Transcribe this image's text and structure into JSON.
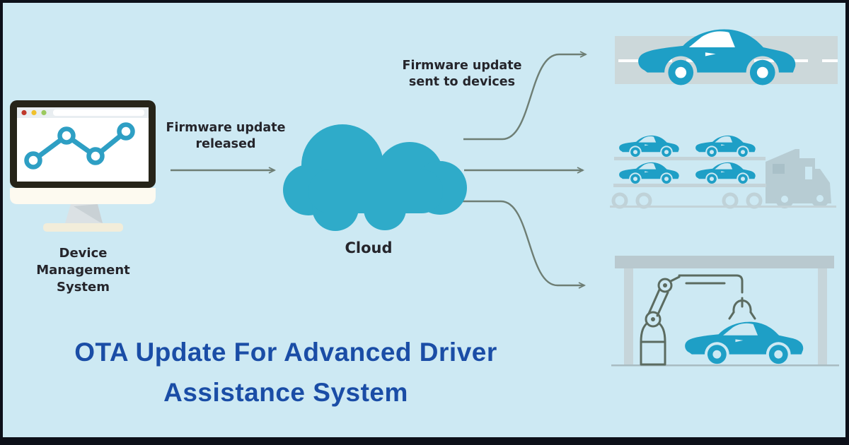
{
  "title": "OTA Update For Advanced Driver\nAssistance System",
  "nodes": {
    "device_management": {
      "label": "Device\nManagement\nSystem",
      "icon": "monitor-line-chart-icon"
    },
    "cloud": {
      "label": "Cloud",
      "icon": "cloud-icon"
    },
    "targets": [
      {
        "icon": "car-on-road-icon"
      },
      {
        "icon": "car-transporter-truck-icon"
      },
      {
        "icon": "assembly-line-robot-car-icon"
      }
    ]
  },
  "flows": {
    "released": "Firmware update\nreleased",
    "sent": "Firmware update\nsent to devices"
  },
  "colors": {
    "background": "#cde9f3",
    "frame": "#0d1019",
    "cloud_teal": "#2fabc9",
    "car_teal": "#1e9fc6",
    "arrow_gray": "#6e7e74",
    "label_dark": "#25252b",
    "title_blue": "#1a4da6",
    "vehicle_gray": "#b7ccd3",
    "road_gray": "#ccd8da"
  }
}
